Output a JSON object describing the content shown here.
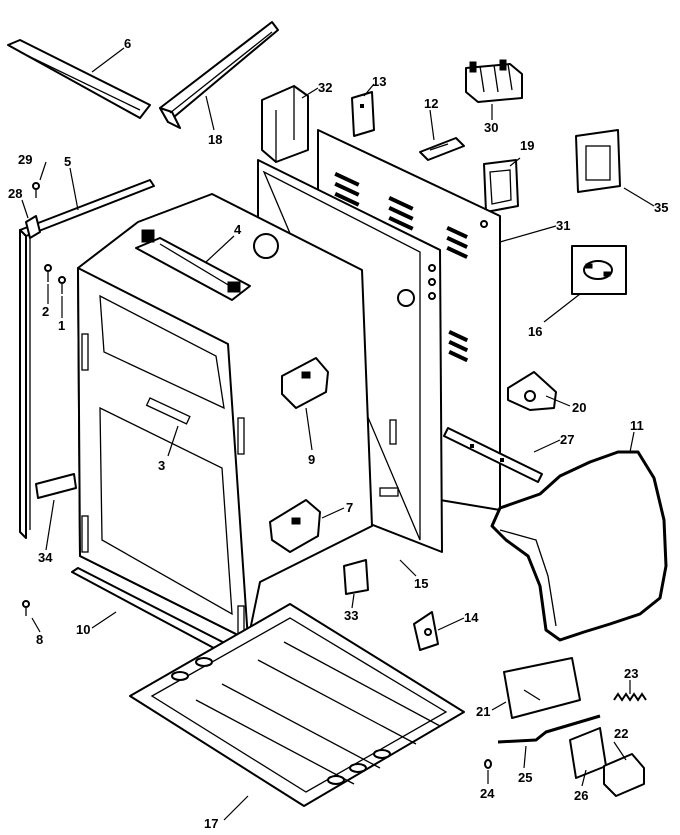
{
  "diagram": {
    "labels": {
      "p1": "1",
      "p2": "2",
      "p4": "4",
      "p5": "5",
      "p6": "6",
      "p7": "7",
      "p8": "8",
      "p9": "9",
      "p10": "10",
      "p11": "11",
      "p12": "12",
      "p13": "13",
      "p14": "14",
      "p15": "15",
      "p16": "16",
      "p17": "17",
      "p18": "18",
      "p19": "19",
      "p20": "20",
      "p21": "21",
      "p22": "22",
      "p23": "23",
      "p24": "24",
      "p25": "25",
      "p26": "26",
      "p27": "27",
      "p28": "28",
      "p29": "29",
      "p30": "30",
      "p31": "31",
      "p32": "32",
      "p33": "33",
      "p34": "34",
      "p35": "35",
      "p3": "3"
    }
  }
}
